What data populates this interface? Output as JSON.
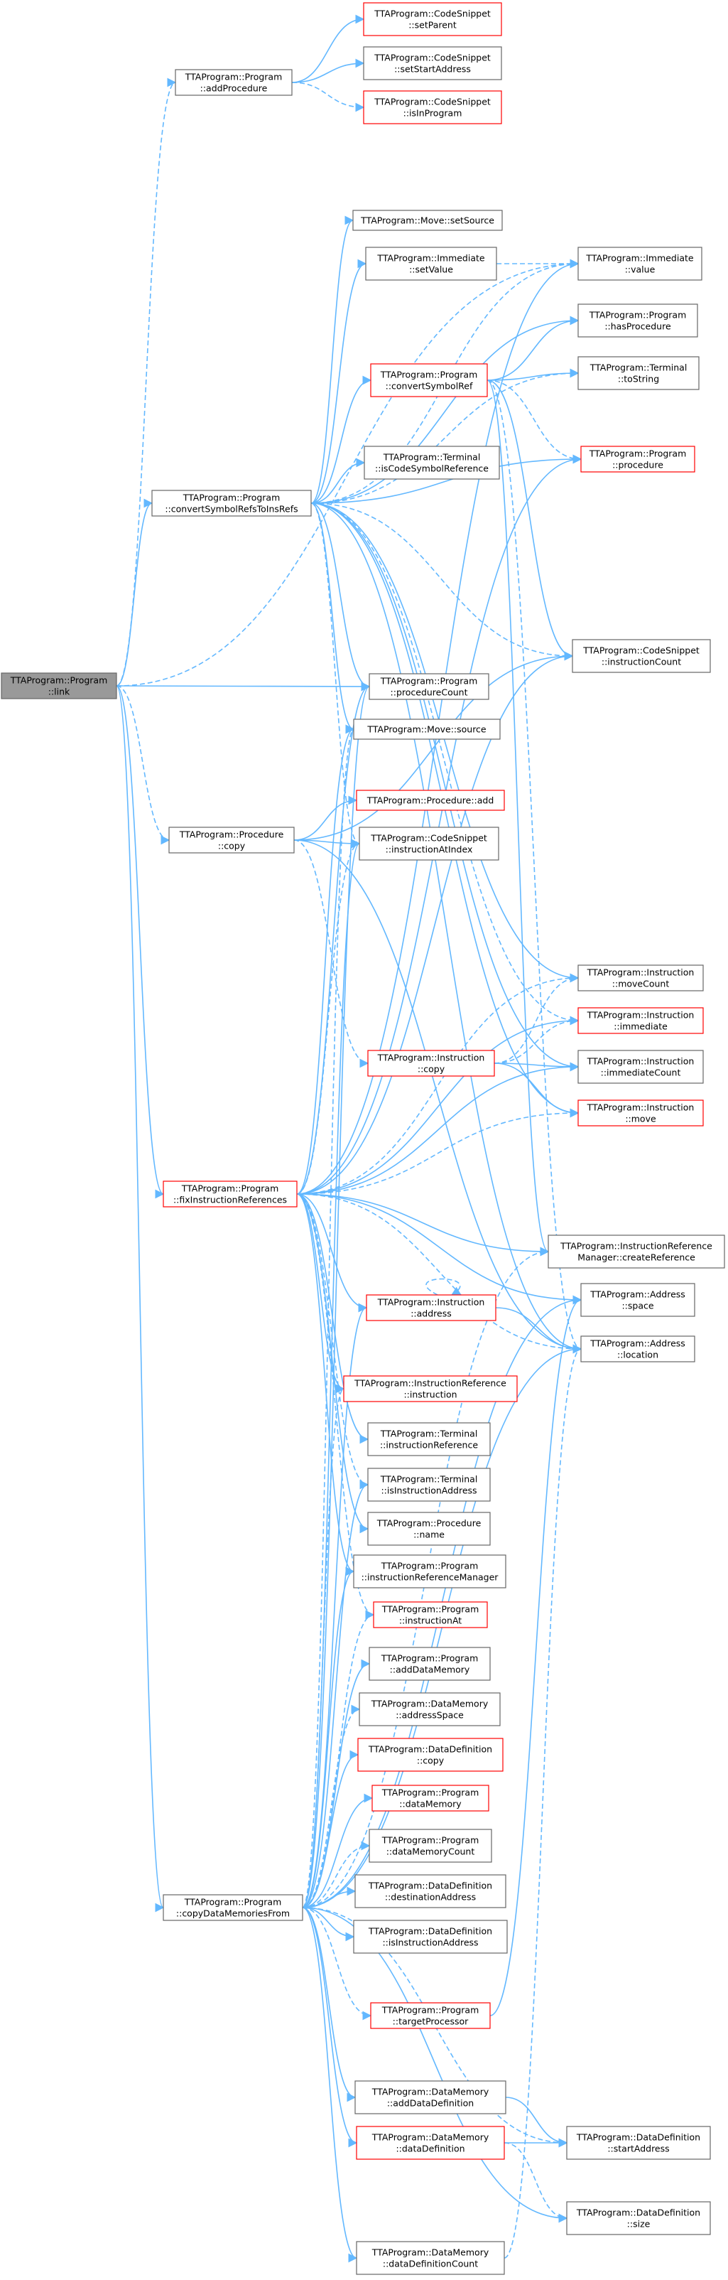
{
  "colors": {
    "edge": "#63b8ff",
    "node_border": "#666666",
    "node_border_bad": "#ff0000",
    "root_fill": "#999999",
    "node_fill": "#ffffff"
  },
  "nodes": [
    {
      "id": "root",
      "lines": [
        "TTAProgram::Program",
        "::link"
      ],
      "kind": "root"
    },
    {
      "id": "addProcedure",
      "lines": [
        "TTAProgram::Program",
        "::addProcedure"
      ],
      "kind": "normal"
    },
    {
      "id": "setParent",
      "lines": [
        "TTAProgram::CodeSnippet",
        "::setParent"
      ],
      "kind": "red"
    },
    {
      "id": "setStartAddress",
      "lines": [
        "TTAProgram::CodeSnippet",
        "::setStartAddress"
      ],
      "kind": "normal"
    },
    {
      "id": "isInProgram",
      "lines": [
        "TTAProgram::CodeSnippet",
        "::isInProgram"
      ],
      "kind": "red"
    },
    {
      "id": "moveSetSource",
      "lines": [
        "TTAProgram::Move::setSource"
      ],
      "kind": "normal"
    },
    {
      "id": "immSetValue",
      "lines": [
        "TTAProgram::Immediate",
        "::setValue"
      ],
      "kind": "normal"
    },
    {
      "id": "immValue",
      "lines": [
        "TTAProgram::Immediate",
        "::value"
      ],
      "kind": "normal"
    },
    {
      "id": "hasProcedure",
      "lines": [
        "TTAProgram::Program",
        "::hasProcedure"
      ],
      "kind": "normal"
    },
    {
      "id": "convertSymbolRef",
      "lines": [
        "TTAProgram::Program",
        "::convertSymbolRef"
      ],
      "kind": "red"
    },
    {
      "id": "termToString",
      "lines": [
        "TTAProgram::Terminal",
        "::toString"
      ],
      "kind": "normal"
    },
    {
      "id": "progProcedure",
      "lines": [
        "TTAProgram::Program",
        "::procedure"
      ],
      "kind": "red"
    },
    {
      "id": "isCodeSymRef",
      "lines": [
        "TTAProgram::Terminal",
        "::isCodeSymbolReference"
      ],
      "kind": "normal"
    },
    {
      "id": "convertRefs",
      "lines": [
        "TTAProgram::Program",
        "::convertSymbolRefsToInsRefs"
      ],
      "kind": "normal"
    },
    {
      "id": "instrCount",
      "lines": [
        "TTAProgram::CodeSnippet",
        "::instructionCount"
      ],
      "kind": "normal"
    },
    {
      "id": "procCount",
      "lines": [
        "TTAProgram::Program",
        "::procedureCount"
      ],
      "kind": "normal"
    },
    {
      "id": "moveSource",
      "lines": [
        "TTAProgram::Move::source"
      ],
      "kind": "normal"
    },
    {
      "id": "procAdd",
      "lines": [
        "TTAProgram::Procedure::add"
      ],
      "kind": "red"
    },
    {
      "id": "procCopy",
      "lines": [
        "TTAProgram::Procedure",
        "::copy"
      ],
      "kind": "normal"
    },
    {
      "id": "instrAtIndex",
      "lines": [
        "TTAProgram::CodeSnippet",
        "::instructionAtIndex"
      ],
      "kind": "normal"
    },
    {
      "id": "moveCount",
      "lines": [
        "TTAProgram::Instruction",
        "::moveCount"
      ],
      "kind": "normal"
    },
    {
      "id": "instrImmediate",
      "lines": [
        "TTAProgram::Instruction",
        "::immediate"
      ],
      "kind": "red"
    },
    {
      "id": "instrCopy",
      "lines": [
        "TTAProgram::Instruction",
        "::copy"
      ],
      "kind": "red"
    },
    {
      "id": "immCount",
      "lines": [
        "TTAProgram::Instruction",
        "::immediateCount"
      ],
      "kind": "normal"
    },
    {
      "id": "instrMove",
      "lines": [
        "TTAProgram::Instruction",
        "::move"
      ],
      "kind": "red"
    },
    {
      "id": "fixRefs",
      "lines": [
        "TTAProgram::Program",
        "::fixInstructionReferences"
      ],
      "kind": "red"
    },
    {
      "id": "createRef",
      "lines": [
        "TTAProgram::InstructionReference",
        "Manager::createReference"
      ],
      "kind": "normal"
    },
    {
      "id": "addrSpace",
      "lines": [
        "TTAProgram::Address",
        "::space"
      ],
      "kind": "normal"
    },
    {
      "id": "instrAddress",
      "lines": [
        "TTAProgram::Instruction",
        "::address"
      ],
      "kind": "red"
    },
    {
      "id": "addrLocation",
      "lines": [
        "TTAProgram::Address",
        "::location"
      ],
      "kind": "normal"
    },
    {
      "id": "irInstruction",
      "lines": [
        "TTAProgram::InstructionReference",
        "::instruction"
      ],
      "kind": "red"
    },
    {
      "id": "termInstrRef",
      "lines": [
        "TTAProgram::Terminal",
        "::instructionReference"
      ],
      "kind": "normal"
    },
    {
      "id": "termIsInstrAddr",
      "lines": [
        "TTAProgram::Terminal",
        "::isInstructionAddress"
      ],
      "kind": "normal"
    },
    {
      "id": "procName",
      "lines": [
        "TTAProgram::Procedure",
        "::name"
      ],
      "kind": "normal"
    },
    {
      "id": "irManager",
      "lines": [
        "TTAProgram::Program",
        "::instructionReferenceManager"
      ],
      "kind": "normal"
    },
    {
      "id": "instrAt",
      "lines": [
        "TTAProgram::Program",
        "::instructionAt"
      ],
      "kind": "red"
    },
    {
      "id": "addDataMem",
      "lines": [
        "TTAProgram::Program",
        "::addDataMemory"
      ],
      "kind": "normal"
    },
    {
      "id": "dmAddrSpace",
      "lines": [
        "TTAProgram::DataMemory",
        "::addressSpace"
      ],
      "kind": "normal"
    },
    {
      "id": "ddCopy",
      "lines": [
        "TTAProgram::DataDefinition",
        "::copy"
      ],
      "kind": "red"
    },
    {
      "id": "dataMemory",
      "lines": [
        "TTAProgram::Program",
        "::dataMemory"
      ],
      "kind": "red"
    },
    {
      "id": "dataMemCount",
      "lines": [
        "TTAProgram::Program",
        "::dataMemoryCount"
      ],
      "kind": "normal"
    },
    {
      "id": "ddDestAddr",
      "lines": [
        "TTAProgram::DataDefinition",
        "::destinationAddress"
      ],
      "kind": "normal"
    },
    {
      "id": "copyDataMem",
      "lines": [
        "TTAProgram::Program",
        "::copyDataMemoriesFrom"
      ],
      "kind": "normal"
    },
    {
      "id": "ddIsInstrAddr",
      "lines": [
        "TTAProgram::DataDefinition",
        "::isInstructionAddress"
      ],
      "kind": "normal"
    },
    {
      "id": "targetProc",
      "lines": [
        "TTAProgram::Program",
        "::targetProcessor"
      ],
      "kind": "red"
    },
    {
      "id": "dmAddDD",
      "lines": [
        "TTAProgram::DataMemory",
        "::addDataDefinition"
      ],
      "kind": "normal"
    },
    {
      "id": "dmDD",
      "lines": [
        "TTAProgram::DataMemory",
        "::dataDefinition"
      ],
      "kind": "red"
    },
    {
      "id": "ddStartAddr",
      "lines": [
        "TTAProgram::DataDefinition",
        "::startAddress"
      ],
      "kind": "normal"
    },
    {
      "id": "ddSize",
      "lines": [
        "TTAProgram::DataDefinition",
        "::size"
      ],
      "kind": "normal"
    },
    {
      "id": "dmDDCount",
      "lines": [
        "TTAProgram::DataMemory",
        "::dataDefinitionCount"
      ],
      "kind": "normal"
    }
  ],
  "edges": [
    [
      "root",
      "addProcedure"
    ],
    [
      "root",
      "convertRefs"
    ],
    [
      "root",
      "procCount"
    ],
    [
      "root",
      "procCopy"
    ],
    [
      "root",
      "fixRefs"
    ],
    [
      "root",
      "copyDataMem"
    ],
    [
      "root",
      "immValue"
    ],
    [
      "addProcedure",
      "setParent"
    ],
    [
      "addProcedure",
      "setStartAddress"
    ],
    [
      "addProcedure",
      "isInProgram"
    ],
    [
      "convertRefs",
      "moveSetSource"
    ],
    [
      "convertRefs",
      "immSetValue"
    ],
    [
      "convertRefs",
      "immValue"
    ],
    [
      "convertRefs",
      "hasProcedure"
    ],
    [
      "convertRefs",
      "convertSymbolRef"
    ],
    [
      "convertRefs",
      "termToString"
    ],
    [
      "convertRefs",
      "progProcedure"
    ],
    [
      "convertRefs",
      "isCodeSymRef"
    ],
    [
      "convertRefs",
      "instrCount"
    ],
    [
      "convertRefs",
      "procCount"
    ],
    [
      "convertRefs",
      "moveSource"
    ],
    [
      "convertRefs",
      "instrAtIndex"
    ],
    [
      "convertRefs",
      "moveCount"
    ],
    [
      "convertRefs",
      "immCount"
    ],
    [
      "convertRefs",
      "instrImmediate"
    ],
    [
      "convertRefs",
      "instrMove"
    ],
    [
      "convertRefs",
      "addrLocation"
    ],
    [
      "immSetValue",
      "immValue"
    ],
    [
      "convertSymbolRef",
      "hasProcedure"
    ],
    [
      "convertSymbolRef",
      "termToString"
    ],
    [
      "convertSymbolRef",
      "progProcedure"
    ],
    [
      "convertSymbolRef",
      "instrCount"
    ],
    [
      "convertSymbolRef",
      "createRef"
    ],
    [
      "convertSymbolRef",
      "addrLocation"
    ],
    [
      "procCopy",
      "procAdd"
    ],
    [
      "procCopy",
      "instrAtIndex"
    ],
    [
      "procCopy",
      "instrCopy"
    ],
    [
      "procCopy",
      "instrCount"
    ],
    [
      "procCopy",
      "addrLocation"
    ],
    [
      "instrCopy",
      "instrImmediate"
    ],
    [
      "instrCopy",
      "immCount"
    ],
    [
      "instrCopy",
      "instrMove"
    ],
    [
      "instrCopy",
      "moveCount"
    ],
    [
      "fixRefs",
      "procCount"
    ],
    [
      "fixRefs",
      "moveSource"
    ],
    [
      "fixRefs",
      "instrAtIndex"
    ],
    [
      "fixRefs",
      "progProcedure"
    ],
    [
      "fixRefs",
      "instrCount"
    ],
    [
      "fixRefs",
      "moveCount"
    ],
    [
      "fixRefs",
      "instrImmediate"
    ],
    [
      "fixRefs",
      "immCount"
    ],
    [
      "fixRefs",
      "instrMove"
    ],
    [
      "fixRefs",
      "createRef"
    ],
    [
      "fixRefs",
      "instrAddress"
    ],
    [
      "fixRefs",
      "addrLocation"
    ],
    [
      "fixRefs",
      "irInstruction"
    ],
    [
      "fixRefs",
      "termInstrRef"
    ],
    [
      "fixRefs",
      "termIsInstrAddr"
    ],
    [
      "fixRefs",
      "procName"
    ],
    [
      "fixRefs",
      "irManager"
    ],
    [
      "fixRefs",
      "instrAt"
    ],
    [
      "fixRefs",
      "immValue"
    ],
    [
      "fixRefs",
      "addrSpace"
    ],
    [
      "instrAddress",
      "instrAddress"
    ],
    [
      "instrAddress",
      "addrLocation"
    ],
    [
      "copyDataMem",
      "addDataMem"
    ],
    [
      "copyDataMem",
      "dmAddrSpace"
    ],
    [
      "copyDataMem",
      "ddCopy"
    ],
    [
      "copyDataMem",
      "dataMemory"
    ],
    [
      "copyDataMem",
      "dataMemCount"
    ],
    [
      "copyDataMem",
      "ddDestAddr"
    ],
    [
      "copyDataMem",
      "ddIsInstrAddr"
    ],
    [
      "copyDataMem",
      "targetProc"
    ],
    [
      "copyDataMem",
      "dmAddDD"
    ],
    [
      "copyDataMem",
      "dmDD"
    ],
    [
      "copyDataMem",
      "ddStartAddr"
    ],
    [
      "copyDataMem",
      "ddSize"
    ],
    [
      "copyDataMem",
      "dmDDCount"
    ],
    [
      "copyDataMem",
      "instrAt"
    ],
    [
      "copyDataMem",
      "instrAtIndex"
    ],
    [
      "copyDataMem",
      "irManager"
    ],
    [
      "copyDataMem",
      "irInstruction"
    ],
    [
      "copyDataMem",
      "addrLocation"
    ],
    [
      "copyDataMem",
      "addrSpace"
    ],
    [
      "copyDataMem",
      "createRef"
    ],
    [
      "copyDataMem",
      "instrAddress"
    ],
    [
      "copyDataMem",
      "termIsInstrAddr"
    ],
    [
      "copyDataMem",
      "moveSource"
    ],
    [
      "copyDataMem",
      "procCount"
    ],
    [
      "dmDD",
      "ddStartAddr"
    ],
    [
      "dmDD",
      "ddSize"
    ],
    [
      "targetProc",
      "addrSpace"
    ],
    [
      "dmAddDD",
      "ddStartAddr"
    ],
    [
      "dmDDCount",
      "addrLocation"
    ]
  ]
}
